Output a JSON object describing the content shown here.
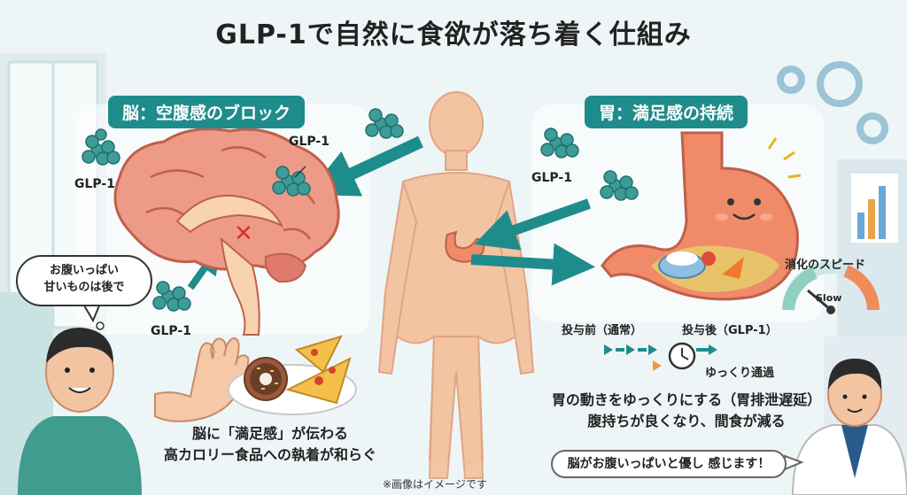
{
  "title": "GLP-1で自然に食欲が落ち着く仕組み",
  "brain_section": {
    "label": "脳：空腹感のブロック",
    "glp_labels": [
      "GLP-1",
      "GLP-1",
      "GLP-1"
    ],
    "speech_bubble": [
      "お腹いっぱい",
      "甘いものは後で"
    ],
    "caption_lines": [
      "脳に「満足感」が伝わる",
      "高カロリー食品への執着が和らぐ"
    ]
  },
  "stomach_section": {
    "label": "胃：満足感の持続",
    "glp_label": "GLP-1",
    "speed_label": "消化のスピード",
    "gauge_label": "Slow",
    "before_label": "投与前（通常）",
    "after_label": "投与後（GLP-1）",
    "slow_label": "ゆっくり通過",
    "caption_lines": [
      "胃の動きをゆっくりにする（胃排泄遅延）",
      "腹持ちが良くなり、間食が減る"
    ],
    "doctor_bubble": "脳がお腹いっぱいと優し 感じます！"
  },
  "footnote": "※画像はイメージです",
  "colors": {
    "accent": "#1f8c8c",
    "molecule": "#3d9c98",
    "brain": "#e58a7c",
    "stomach": "#ef8a6a",
    "body": "#f3c4a2",
    "orange": "#f09a3a"
  }
}
